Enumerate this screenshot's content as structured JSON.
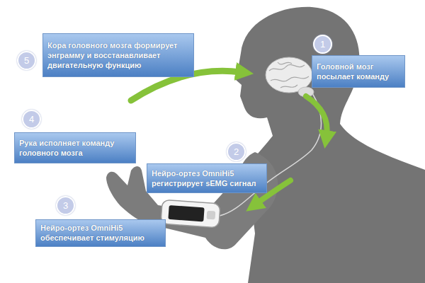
{
  "diagram": {
    "nodes": [
      {
        "text": [
          "1"
        ]
      },
      {
        "text": [
          "Головной мозг посылает команду"
        ]
      },
      {
        "text": [
          "2"
        ]
      },
      {
        "text": [
          "Нейро-ортез OmniHi5 регистрирует sEMG сигнал"
        ]
      },
      {
        "text": [
          "3"
        ]
      },
      {
        "text": [
          "Нейро-ортез OmniHi5 обеспечивает стимуляцию"
        ]
      },
      {
        "text": [
          "4"
        ]
      },
      {
        "text": [
          "Рука исполняет команду головного мозга"
        ]
      },
      {
        "text": [
          "5"
        ]
      },
      {
        "text": [
          "Кора головного мозга формирует энграмму и восстанавливает двигательную функцию"
        ]
      }
    ]
  }
}
